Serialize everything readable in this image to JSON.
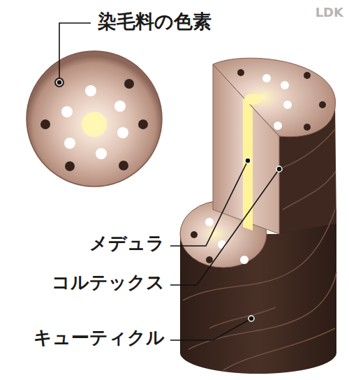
{
  "diagram": {
    "labels": [
      "LDK",
      "染毛料の色素",
      "メデュラ",
      "コルテックス",
      "キューティクル"
    ]
  }
}
